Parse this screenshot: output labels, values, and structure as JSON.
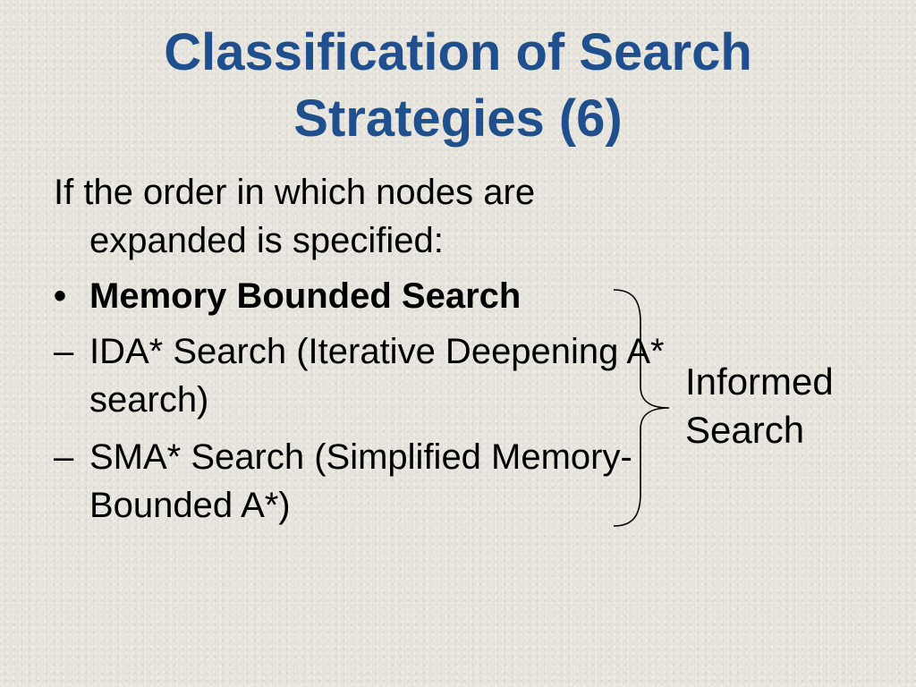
{
  "slide": {
    "title_line1": "Classification of Search",
    "title_line2": "Strategies (6)",
    "title_color": "#1f4f8c",
    "intro": "If the order in which nodes are expanded is specified:",
    "bullet_marker": "•",
    "bullet_text": "Memory Bounded Search",
    "items": [
      {
        "marker": "–",
        "text": "IDA* Search (Iterative Deepening A* search)"
      },
      {
        "marker": "–",
        "text": "SMA* Search (Simplified Memory-Bounded A*)"
      }
    ],
    "brace_label_line1": "Informed",
    "brace_label_line2": "Search"
  }
}
